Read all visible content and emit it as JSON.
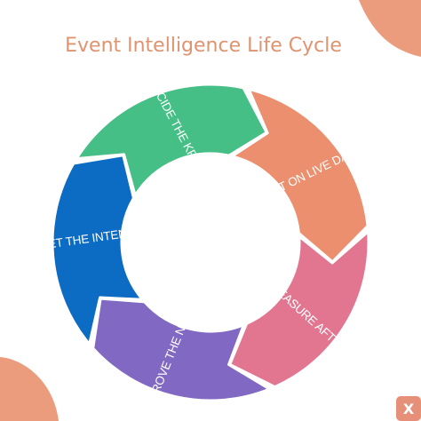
{
  "title": "Event Intelligence Life Cycle",
  "stages": [
    {
      "label": "SET THE INTENT",
      "color": "#0C6BC3"
    },
    {
      "label": "DECIDE THE KPI'S",
      "color": "#45BF85"
    },
    {
      "label": "ACT ON LIVE DATA",
      "color": "#EB8F6E"
    },
    {
      "label": "MEASURE AFTER",
      "color": "#E27690"
    },
    {
      "label": "IMPROVE THE NEXT",
      "color": "#8168C2"
    }
  ],
  "colors": {
    "title": "#E0936F",
    "blob": "#EB9C7C",
    "logo_bg": "#E6907A",
    "logo_fg": "#ffffff"
  },
  "logo": {
    "glyph": "X"
  }
}
